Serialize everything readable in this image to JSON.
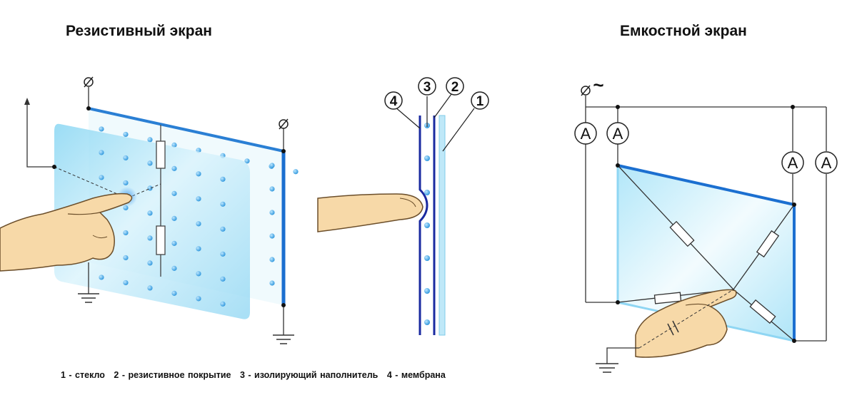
{
  "titles": {
    "resistive": "Резистивный экран",
    "capacitive": "Емкостной экран"
  },
  "layer_numbers": [
    "4",
    "3",
    "2",
    "1"
  ],
  "legend": [
    "1 - стекло",
    "2 - резистивное покрытие",
    "3 - изолирующий наполнитель",
    "4 - мембрана"
  ],
  "ammeter_symbol": "A",
  "ac_symbol": "~",
  "colors": {
    "edge_blue": "#2a7fd4",
    "panel_light": "#bfe8f8",
    "panel_mid": "#7fd0f0",
    "dot_blue": "#3aa7e6",
    "wire": "#333333",
    "membrane": "#1a2aa0",
    "skin": "#f7d9a8",
    "skin_outline": "#6b4e2a"
  }
}
